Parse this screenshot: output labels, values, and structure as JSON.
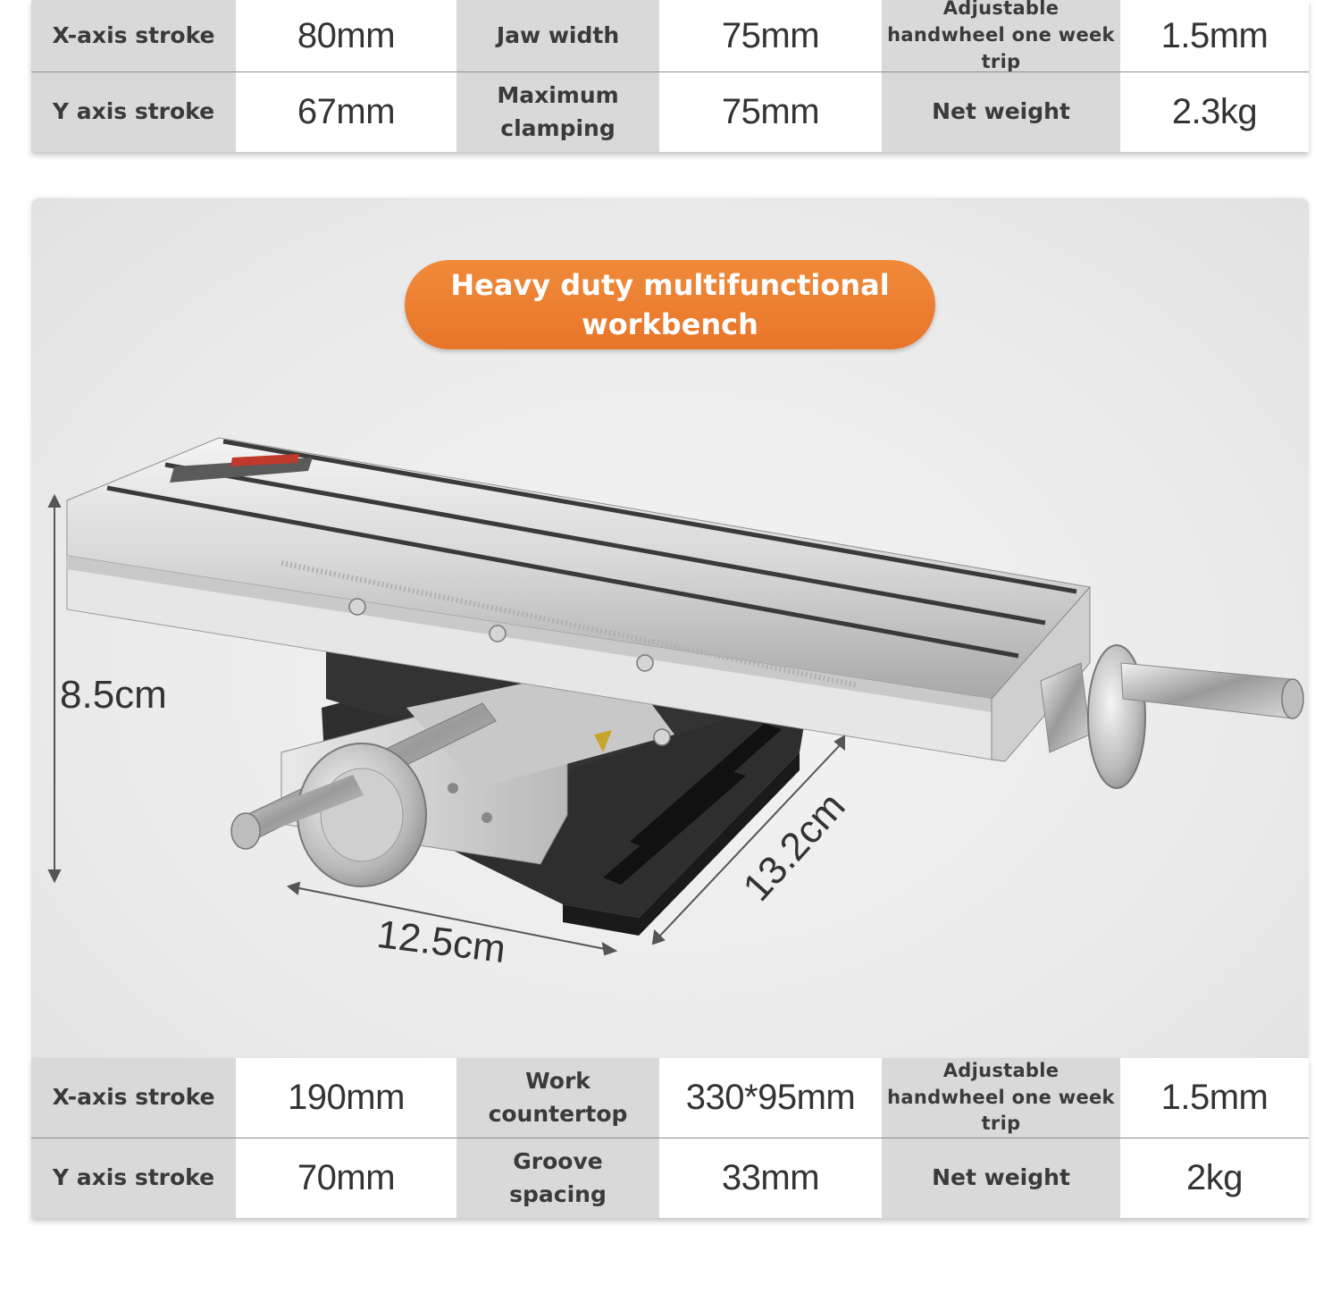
{
  "top_table": {
    "rows": [
      [
        {
          "label": "X-axis stroke",
          "value": "80mm"
        },
        {
          "label": "Jaw width",
          "value": "75mm"
        },
        {
          "label": "Adjustable handwheel one week trip",
          "value": "1.5mm"
        }
      ],
      [
        {
          "label": "Y axis stroke",
          "value": "67mm"
        },
        {
          "label": "Maximum clamping",
          "value": "75mm"
        },
        {
          "label": "Net weight",
          "value": "2.3kg"
        }
      ]
    ]
  },
  "hero": {
    "title": "Heavy duty multifunctional workbench",
    "dimensions": {
      "height": "8.5cm",
      "width": "12.5cm",
      "depth": "13.2cm"
    }
  },
  "bottom_table": {
    "rows": [
      [
        {
          "label": "X-axis stroke",
          "value": "190mm"
        },
        {
          "label": "Work countertop",
          "value": "330*95mm"
        },
        {
          "label": "Adjustable handwheel one week trip",
          "value": "1.5mm"
        }
      ],
      [
        {
          "label": "Y axis stroke",
          "value": "70mm"
        },
        {
          "label": "Groove spacing",
          "value": "33mm"
        },
        {
          "label": "Net weight",
          "value": "2kg"
        }
      ]
    ]
  },
  "colors": {
    "accent": "#e8752a",
    "label_bg": "#d9d9d9",
    "label_text": "#3a3a3a"
  },
  "icons": {
    "product": "cross-slide-vise-icon"
  }
}
